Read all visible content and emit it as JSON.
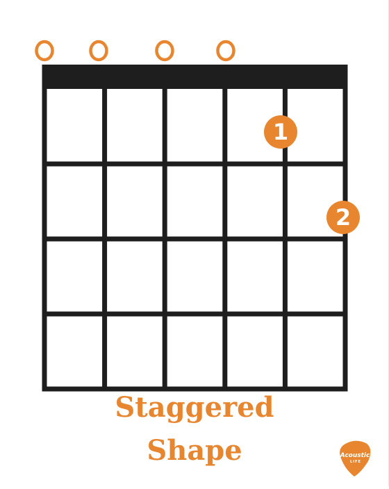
{
  "colors": {
    "accent": "#e8862f",
    "grid": "#1e1e1e",
    "background": "#ffffff"
  },
  "chord_diagram": {
    "strings": 6,
    "frets": 4,
    "open_marker_glyph": "O",
    "open_markers": [
      {
        "string": 1
      },
      {
        "string": 2
      },
      {
        "string": 3
      },
      {
        "string": 4
      }
    ],
    "finger_dots": [
      {
        "finger": "1",
        "string": 5,
        "fret": 1
      },
      {
        "finger": "2",
        "string": 6,
        "fret": 2
      }
    ]
  },
  "title": {
    "line1": "Staggered",
    "line2": "Shape"
  },
  "logo": {
    "icon": "guitar-pick-logo",
    "line1": "Acoustic",
    "line2": "LIFE"
  }
}
